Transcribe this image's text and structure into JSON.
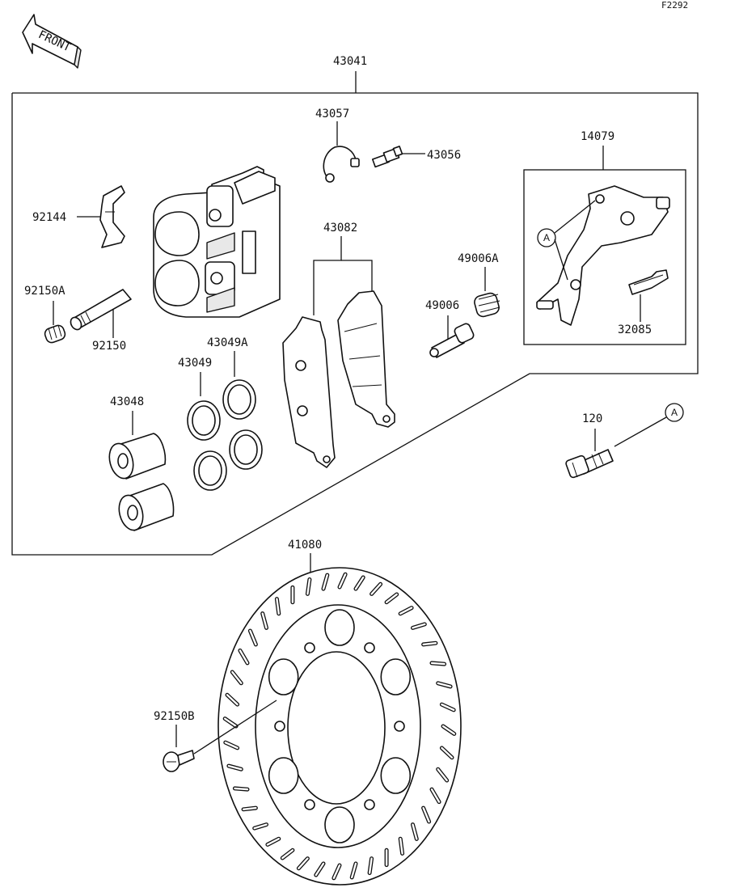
{
  "diagram_code": "F2292",
  "front_marker": "FRONT",
  "parts": {
    "p43041": "43041",
    "p43057": "43057",
    "p43056": "43056",
    "p14079": "14079",
    "p92144": "92144",
    "p43082": "43082",
    "p49006A": "49006A",
    "p49006": "49006",
    "p92150A": "92150A",
    "p92150": "92150",
    "p43049A": "43049A",
    "p43049": "43049",
    "p43048": "43048",
    "p32085": "32085",
    "p120": "120",
    "p41080": "41080",
    "p92150B": "92150B"
  },
  "ref_markers": [
    "A",
    "A"
  ]
}
